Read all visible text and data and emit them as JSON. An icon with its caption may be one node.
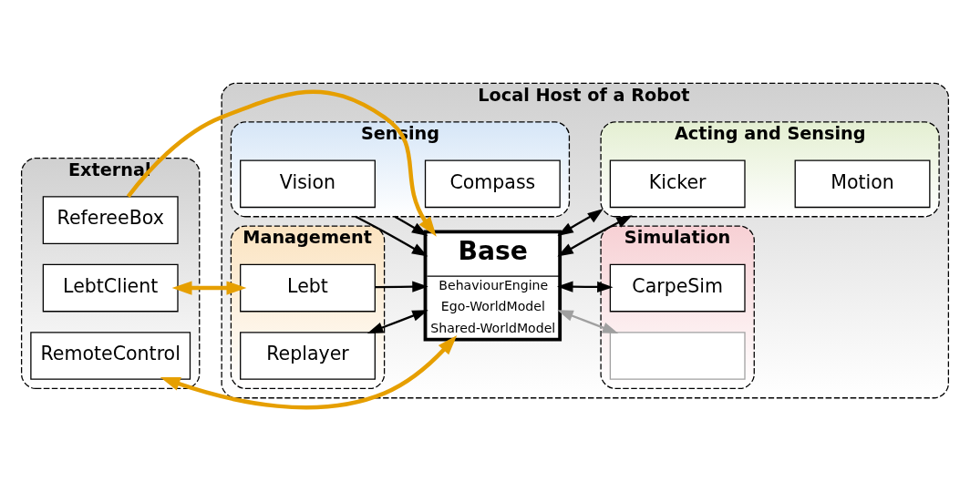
{
  "diagram": {
    "nodes": [
      {
        "text": [
          "Local Host of a Robot"
        ]
      },
      {
        "text": [
          "Sensing"
        ],
        "in": 0
      },
      {
        "text": [
          "Vision"
        ],
        "in": 1
      },
      {
        "text": [
          "Compass"
        ],
        "in": 1
      },
      {
        "text": [
          "External"
        ]
      },
      {
        "text": [
          "RefereeBox"
        ],
        "in": 4
      },
      {
        "text": [
          "LebtClient"
        ],
        "in": 4
      },
      {
        "text": [
          "RemoteControl"
        ],
        "in": 4
      },
      {
        "text": [
          "Management"
        ],
        "in": 0
      },
      {
        "text": [
          "Lebt"
        ],
        "in": 8
      },
      {
        "text": [
          "Replayer"
        ],
        "in": 8
      },
      {
        "text": [
          "Base",
          "BehaviourEngine",
          "Ego-WorldModel",
          "Shared-WorldModel"
        ],
        "in": 0
      },
      {
        "text": [
          "Simulation"
        ],
        "in": 0
      },
      {
        "text": [
          "CarpeSim"
        ],
        "in": 12
      },
      {
        "text": [],
        "shape": "box",
        "in": 12
      },
      {
        "text": [
          "Acting and Sensing"
        ],
        "in": 0
      },
      {
        "text": [
          "Kicker"
        ],
        "in": 15
      },
      {
        "text": [
          "Motion"
        ],
        "in": 15
      }
    ],
    "edges": [
      {
        "from": 1,
        "to": 11,
        "arrow": "to"
      },
      {
        "from": 1,
        "to": 11,
        "arrow": "to"
      },
      {
        "from": 5,
        "to": 11,
        "arrow": "to",
        "style": "thick",
        "color": "#e69f00"
      },
      {
        "from": 6,
        "to": 9,
        "arrow": "both",
        "style": "thick",
        "color": "#e69f00"
      },
      {
        "from": 9,
        "to": 11,
        "arrow": "to"
      },
      {
        "from": 10,
        "to": 11,
        "arrow": "both"
      },
      {
        "from": 7,
        "to": 11,
        "arrow": "both",
        "style": "thick",
        "color": "#e69f00"
      },
      {
        "from": 11,
        "to": 13,
        "arrow": "both"
      },
      {
        "from": 11,
        "to": 14,
        "arrow": "both",
        "color": "#a0a0a0"
      },
      {
        "from": 11,
        "to": 15,
        "arrow": "both"
      },
      {
        "from": 11,
        "to": 15,
        "arrow": "both"
      }
    ]
  }
}
